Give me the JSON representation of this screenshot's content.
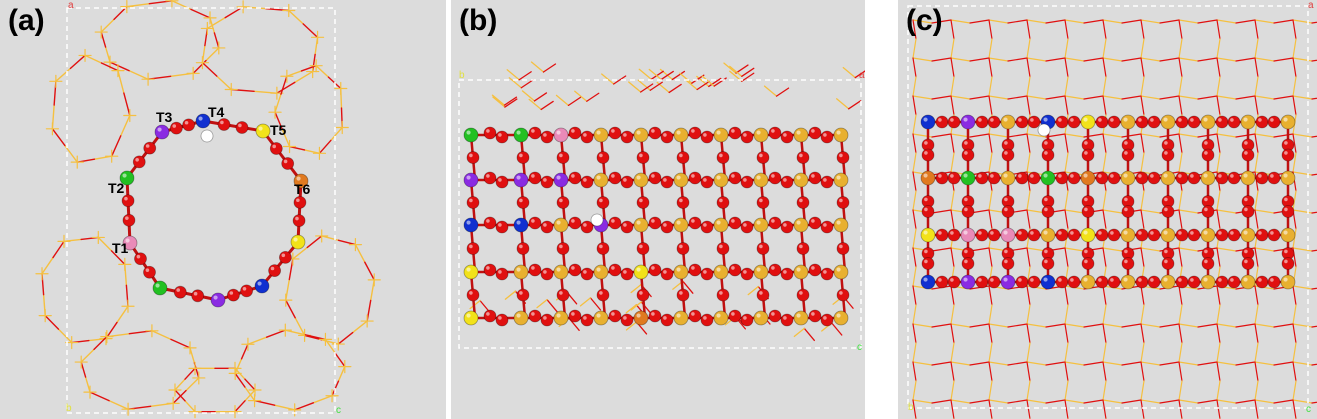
{
  "panels": [
    {
      "label": "(a)",
      "site_labels": [
        "T1",
        "T2",
        "T3",
        "T4",
        "T5",
        "T6"
      ],
      "axis_letters": [
        "a",
        "b",
        "c"
      ]
    },
    {
      "label": "(b)",
      "axis_letters": [
        "a",
        "b",
        "c"
      ]
    },
    {
      "label": "(c)",
      "axis_letters": [
        "a",
        "b",
        "c"
      ]
    }
  ],
  "colors": {
    "background": "#dcdcdc",
    "oxygen": "#e01010",
    "silicon": "#e8b030",
    "bond": "#f5c040",
    "T1": "#e98ab8",
    "T2": "#22c022",
    "T3": "#8a2be2",
    "T4": "#1030d0",
    "T5": "#f2e21a",
    "T6": "#e07a20",
    "hydrogen": "#ffffff",
    "cell_box": "#ffffff"
  }
}
